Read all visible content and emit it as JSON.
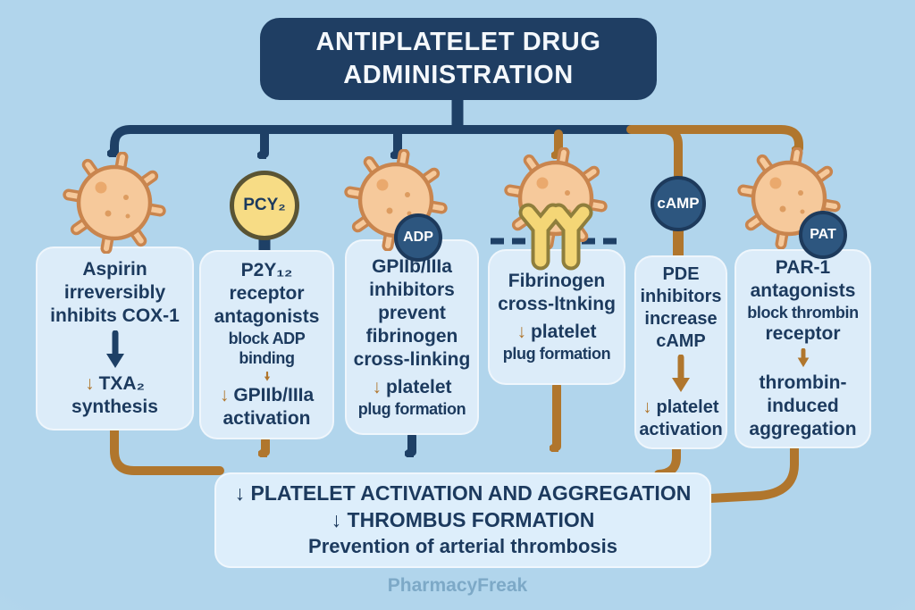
{
  "title": {
    "line1": "ANTIPLATELET DRUG",
    "line2": "ADMINISTRATION"
  },
  "columns": [
    {
      "name": "aspirin",
      "icon": "platelet-icon",
      "mech": [
        "Aspirin",
        "irreversibly",
        "inhibits COX-1"
      ],
      "result": [
        {
          "g": "↓",
          "t": "TXA₂"
        },
        {
          "t": "synthesis"
        }
      ]
    },
    {
      "name": "p2y12-antagonists",
      "icon": "receptor-circle-icon",
      "badge": "PCY₂",
      "mech": [
        "P2Y₁₂",
        "receptor",
        "antagonists",
        "block ADP binding"
      ],
      "result": [
        {
          "g": "↓",
          "t": "GPIIb/IIIa"
        },
        {
          "t": "activation"
        }
      ]
    },
    {
      "name": "gpiib-iiia-inhibitors",
      "icon": "platelet-icon",
      "badge": "ADP",
      "mech": [
        "GPIIb/IIIa",
        "inhibitors",
        "prevent",
        "fibrinogen",
        "cross-linking"
      ],
      "result": [
        {
          "g": "↓",
          "t": "platelet"
        },
        {
          "t": "plug formation"
        }
      ]
    },
    {
      "name": "fibrinogen-cross-linking",
      "icon": "platelet-fibrinogen-icon",
      "mech": [
        "Fibrinogen",
        "cross-ltnking"
      ],
      "result": [
        {
          "g": "↓",
          "t": "platelet"
        },
        {
          "t": "plug formation"
        }
      ]
    },
    {
      "name": "pde-inhibitors",
      "icon": "camp-circle-icon",
      "badge": "cAMP",
      "mech": [
        "PDE",
        "inhibitors",
        "increase",
        "cAMP"
      ],
      "result": [
        {
          "g": "↓",
          "t": "platelet"
        },
        {
          "t": "activation"
        }
      ]
    },
    {
      "name": "par1-antagonists",
      "icon": "platelet-icon",
      "badge": "PAT",
      "mech": [
        "PAR-1",
        "antagonists",
        "block thrombin",
        "receptor"
      ],
      "result": [
        {
          "t": "thrombin-"
        },
        {
          "t": "induced"
        },
        {
          "t": "aggregation"
        }
      ]
    }
  ],
  "outcome": {
    "line1": "↓ PLATELET ACTIVATION AND AGGREGATION",
    "line2": "↓ THROMBUS FORMATION",
    "line3": "Prevention of arterial thrombosis"
  },
  "footer": "PharmacyFreak",
  "colors": {
    "background": "#b1d5ec",
    "header_navy": "#1f3e63",
    "line_navy": "#1e4066",
    "line_brown": "#b0762d",
    "card_fill": "#dcecf9",
    "text_navy": "#1c3a5e",
    "platelet_body": "#f6c99b",
    "platelet_outline": "#c9854e",
    "badge_yellow": "#f7dc85",
    "badge_navy": "#2d567f",
    "fibrinogen_yellow": "#f4d676",
    "footer_text": "#7da9c7"
  }
}
